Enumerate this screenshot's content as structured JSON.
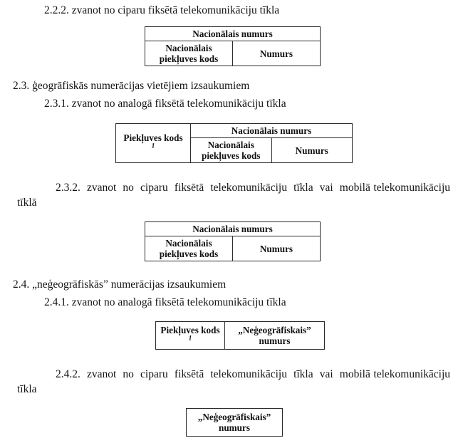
{
  "document": {
    "language": "lv",
    "sections": [
      {
        "id": "2.2.2",
        "text": "2.2.2. zvanot no ciparu fiksētā telekomunikāciju tīkla"
      },
      {
        "id": "2.3",
        "text": "2.3. ģeogrāfiskās numerācijas vietējiem izsaukumiem"
      },
      {
        "id": "2.3.1",
        "text": "2.3.1. zvanot no analogā fiksētā telekomunikāciju tīkla"
      },
      {
        "id": "2.3.2",
        "text": "2.3.2. zvanot no ciparu fiksētā telekomunikāciju tīkla vai mobilā telekomunikāciju tīklā"
      },
      {
        "id": "2.4",
        "text": "2.4. „neģeogrāfiskās” numerācijas izsaukumiem"
      },
      {
        "id": "2.4.1",
        "text": "2.4.1. zvanot no analogā fiksētā telekomunikāciju tīkla"
      },
      {
        "id": "2.4.2",
        "text": "2.4.2. zvanot no ciparu fiksētā telekomunikāciju tīkla vai mobilā telekomunikāciju tīkla"
      }
    ],
    "labels": {
      "national_number": "Nacionālais numurs",
      "national_access_code": "Nacionālais piekļuves kods",
      "number": "Numurs",
      "access_code": "Piekļuves kods",
      "access_code_footnote_marker": "1",
      "nongeographic_number_line1": "„Neģeogrāfiskais”",
      "nongeographic_number_line2": "numurs"
    },
    "tables": [
      {
        "name": "table-national-number-1",
        "after_section": "2.2.2",
        "header_row": [
          "Nacionālais numurs"
        ],
        "body_row": [
          "Nacionālais piekļuves kods",
          "Numurs"
        ]
      },
      {
        "name": "table-access-national-number",
        "after_section": "2.3.1",
        "left_column": "Piekļuves kods",
        "header_row": [
          "Nacionālais numurs"
        ],
        "body_row": [
          "Nacionālais piekļuves kods",
          "Numurs"
        ]
      },
      {
        "name": "table-national-number-2",
        "after_section": "2.3.2",
        "header_row": [
          "Nacionālais numurs"
        ],
        "body_row": [
          "Nacionālais piekļuves kods",
          "Numurs"
        ]
      },
      {
        "name": "table-nongeo-access",
        "after_section": "2.4.1",
        "body_row": [
          "Piekļuves kods",
          "„Neģeogrāfiskais” numurs"
        ]
      },
      {
        "name": "table-nongeo-only",
        "after_section": "2.4.2",
        "body_row": [
          "„Neģeogrāfiskais” numurs"
        ]
      }
    ],
    "justified_paragraphs": {
      "s232": {
        "lead": "2.3.2.",
        "words": [
          "zvanot",
          "no",
          "ciparu",
          "fiksētā",
          "telekomunikāciju",
          "tīkla",
          "vai",
          "mobilā"
        ],
        "second_line": "telekomunikāciju tīklā"
      },
      "s242": {
        "lead": "2.4.2.",
        "words": [
          "zvanot",
          "no",
          "ciparu",
          "fiksētā",
          "telekomunikāciju",
          "tīkla",
          "vai",
          "mobilā"
        ],
        "second_line": "telekomunikāciju tīkla"
      }
    }
  }
}
